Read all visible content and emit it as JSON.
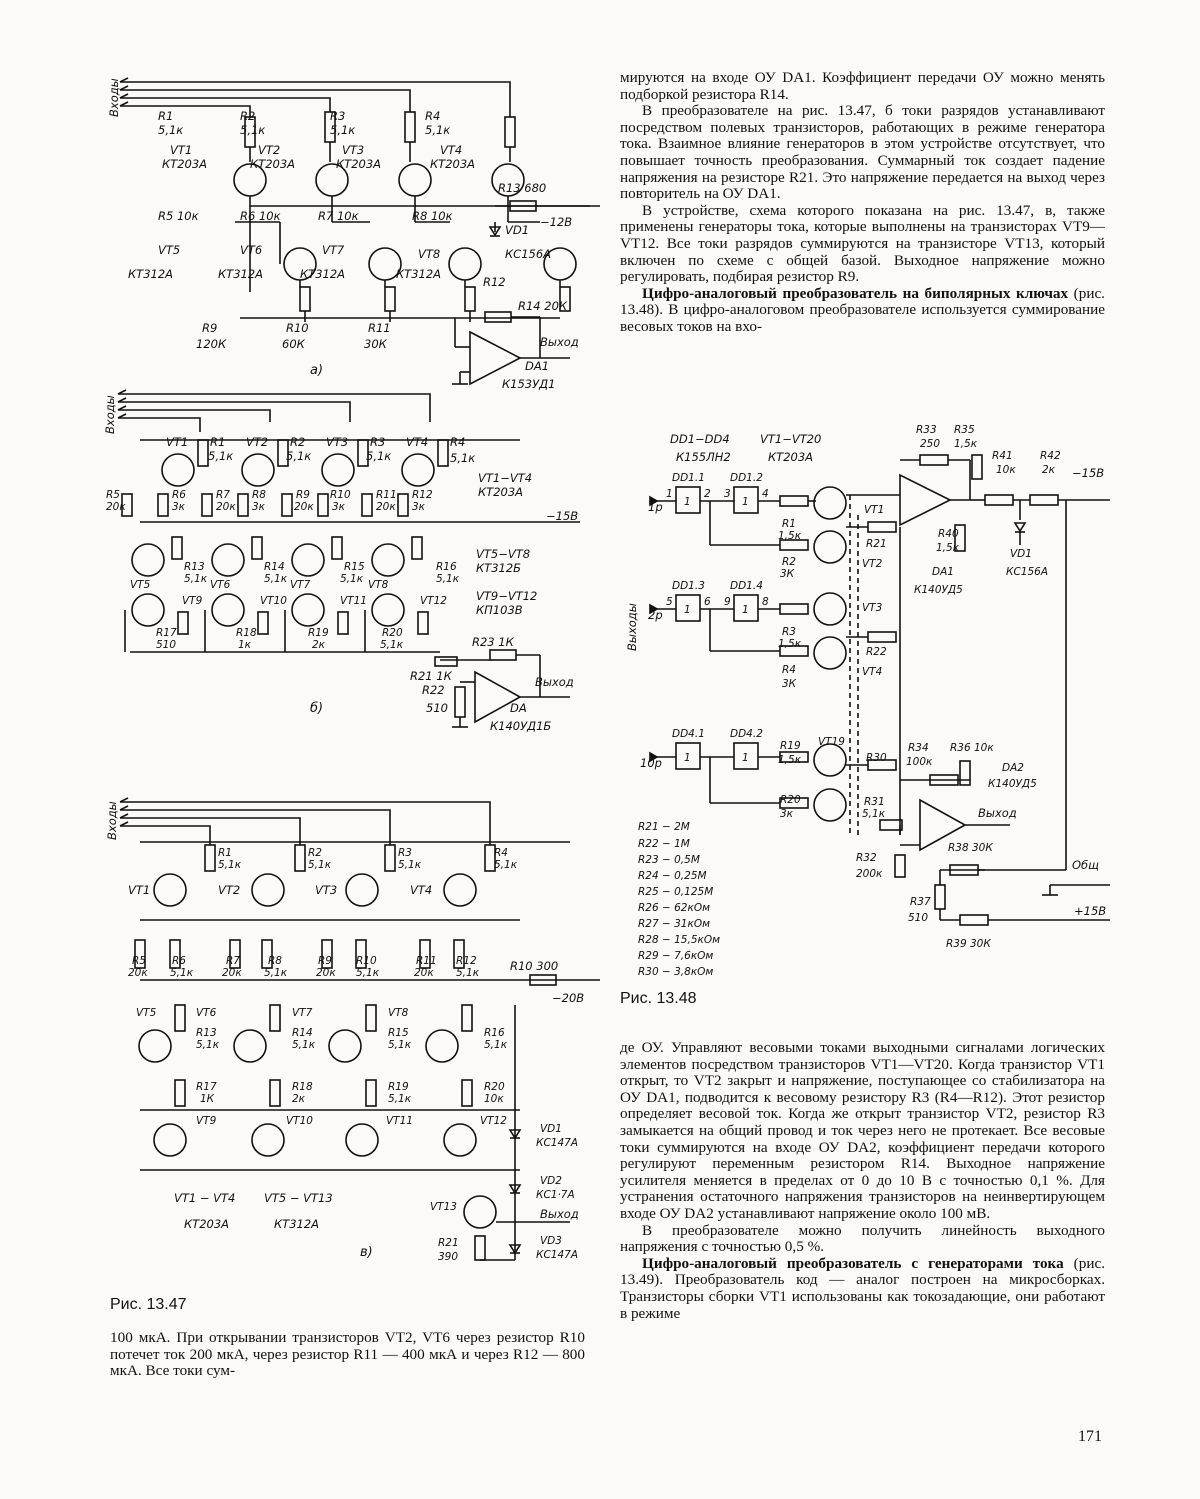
{
  "page_number": "171",
  "right_column": {
    "p1": "мируются на входе ОУ DA1. Коэффициент передачи ОУ можно менять подборкой резистора R14.",
    "p2": "В преобразователе на рис. 13.47, б токи разрядов устанавливают посредством полевых транзисторов, работающих в режиме генератора тока. Взаимное влияние генераторов в этом устройстве отсутствует, что повышает точность преобразования. Суммарный ток создает падение напряжения на резисторе R21. Это напряжение передается на выход через повторитель на ОУ DA1.",
    "p3": "В устройстве, схема которого показана на рис. 13.47, в, также применены генераторы тока, которые выполнены на транзисторах VT9—VT12. Все токи разрядов суммируются на транзисторе VT13, который включен по схеме с общей базой. Выходное напряжение можно регулировать, подбирая резистор R9.",
    "p4_bold": "Цифро-аналоговый преобразователь на биполярных ключах",
    "p4_rest": " (рис. 13.48). В цифро-аналоговом преобразователе используется суммирование весовых токов на вхо-",
    "p5": "де ОУ. Управляют весовыми токами выходными сигналами логических элементов посредством транзисторов VT1—VT20. Когда транзистор VT1 открыт, то VT2 закрыт и напряжение, поступающее со стабилизатора на ОУ DA1, подводится к весовому резистору R3 (R4—R12). Этот резистор определяет весовой ток. Когда же открыт транзистор VT2, резистор R3 замыкается на общий провод и ток через него не протекает. Все весовые токи суммируются на входе ОУ DA2, коэффициент передачи которого регулируют переменным резистором R14. Выходное напряжение усилителя меняется в пределах от 0 до 10 В с точностью 0,1 %. Для устранения остаточного напряжения транзисторов на неинвертирующем входе ОУ DA2 устанавливают напряжение около 100 мВ.",
    "p6": "В преобразователе можно получить линейность выходного напряжения с точностью 0,5 %.",
    "p7_bold": "Цифро-аналоговый преобразователь с генераторами тока",
    "p7_rest": " (рис. 13.49). Преобразователь код — аналог построен на микросборках. Транзисторы сборки VT1 использованы как токозадающие, они работают в режиме"
  },
  "left_column": {
    "bottom_text": "100 мкА. При открывании транзисторов VT2, VT6 через резистор R10 потечет ток 200 мкА, через резистор R11 — 400 мкА и через R12 — 800 мкА. Все токи сум-"
  },
  "captions": {
    "fig_47": "Рис. 13.47",
    "fig_48": "Рис. 13.48"
  },
  "fig_a": {
    "inputs_label": "Входы",
    "sub_label": "а)",
    "input_res": [
      {
        "name": "R1",
        "val": "5,1к"
      },
      {
        "name": "R2",
        "val": "5,1к"
      },
      {
        "name": "R3",
        "val": "5,1к"
      },
      {
        "name": "R4",
        "val": "5,1к"
      }
    ],
    "top_tr": [
      {
        "name": "VT1",
        "type": "КТ203А"
      },
      {
        "name": "VT2",
        "type": "КТ203А"
      },
      {
        "name": "VT3",
        "type": "КТ203А"
      },
      {
        "name": "VT4",
        "type": "КТ203А"
      }
    ],
    "mid_res": [
      {
        "name": "R5",
        "val": "10к"
      },
      {
        "name": "R6",
        "val": "10к"
      },
      {
        "name": "R7",
        "val": "10к"
      },
      {
        "name": "R8",
        "val": "10к"
      }
    ],
    "low_tr": [
      {
        "name": "VT5",
        "type": "КТ312А"
      },
      {
        "name": "VT6",
        "type": "КТ312А"
      },
      {
        "name": "VT7",
        "type": "КТ312А"
      },
      {
        "name": "VT8",
        "type": "КТ312А"
      }
    ],
    "trim_res": [
      {
        "name": "R9",
        "val": "120К"
      },
      {
        "name": "R10",
        "val": "60К"
      },
      {
        "name": "R11",
        "val": "30К"
      },
      {
        "name": "R12",
        "val": ""
      }
    ],
    "r13": "R13 680",
    "supply": "−12В",
    "vd1": "VD1",
    "vd1_type": "КС156А",
    "r14": "R14 20К",
    "out": "Выход",
    "da1": "DA1",
    "da1_type": "К153УД1"
  },
  "fig_b": {
    "inputs_label": "Входы",
    "sub_label": "б)",
    "input_res": [
      {
        "name": "R1",
        "val": "5,1к"
      },
      {
        "name": "R2",
        "val": "5,1к"
      },
      {
        "name": "R3",
        "val": "5,1к"
      },
      {
        "name": "R4",
        "val": "5,1к"
      }
    ],
    "top_tr": [
      "VT1",
      "VT2",
      "VT3",
      "VT4"
    ],
    "pair_res": [
      {
        "a": "R5",
        "av": "20к",
        "b": "R6",
        "bv": "3к"
      },
      {
        "a": "R7",
        "av": "20к",
        "b": "R8",
        "bv": "3к"
      },
      {
        "a": "R9",
        "av": "20к",
        "b": "R10",
        "bv": "3к"
      },
      {
        "a": "R11",
        "av": "20к",
        "b": "R12",
        "bv": "3к"
      }
    ],
    "mid_tr": [
      "VT5",
      "VT6",
      "VT7",
      "VT8"
    ],
    "mid_res": [
      {
        "name": "R13",
        "val": "5,1к"
      },
      {
        "name": "R14",
        "val": "5,1к"
      },
      {
        "name": "R15",
        "val": "5,1к"
      },
      {
        "name": "R16",
        "val": "5,1к"
      }
    ],
    "fet": [
      "VT9",
      "VT10",
      "VT11",
      "VT12"
    ],
    "trim_res": [
      {
        "name": "R17",
        "val": "510"
      },
      {
        "name": "R18",
        "val": "1к"
      },
      {
        "name": "R19",
        "val": "2к"
      },
      {
        "name": "R20",
        "val": "5,1к"
      }
    ],
    "legend1": "VT1−VT4",
    "legend1t": "КТ203А",
    "legend2": "VT5−VT8",
    "legend2t": "КТ312Б",
    "legend3": "VT9−VT12",
    "legend3t": "КП103В",
    "supply": "−15В",
    "r23": "R23 1К",
    "r21": "R21 1К",
    "r22": "R22",
    "r22v": "510",
    "out": "Выход",
    "da": "DA",
    "da_type": "К140УД1Б"
  },
  "fig_c": {
    "inputs_label": "Входы",
    "sub_label": "в)",
    "input_res": [
      {
        "name": "R1",
        "val": "5,1к"
      },
      {
        "name": "R2",
        "val": "5,1к"
      },
      {
        "name": "R3",
        "val": "5,1к"
      },
      {
        "name": "R4",
        "val": "5,1к"
      }
    ],
    "top_tr": [
      "VT1",
      "VT2",
      "VT3",
      "VT4"
    ],
    "pair_res": [
      {
        "a": "R5",
        "av": "20к",
        "b": "R6",
        "bv": "5,1к"
      },
      {
        "a": "R7",
        "av": "20к",
        "b": "R8",
        "bv": "5,1к"
      },
      {
        "a": "R9",
        "av": "20к",
        "b": "R10",
        "bv": "5,1к"
      },
      {
        "a": "R11",
        "av": "20к",
        "b": "R12",
        "bv": "5,1к"
      }
    ],
    "mid_tr": [
      "VT5",
      "VT6",
      "VT7",
      "VT8"
    ],
    "mid_res": [
      {
        "name": "R13",
        "val": "5,1к"
      },
      {
        "name": "R14",
        "val": "5,1к"
      },
      {
        "name": "R15",
        "val": "5,1к"
      },
      {
        "name": "R16",
        "val": "5,1к"
      }
    ],
    "low_res": [
      {
        "name": "R17",
        "val": "1К"
      },
      {
        "name": "R18",
        "val": "2к"
      },
      {
        "name": "R19",
        "val": "5,1к"
      },
      {
        "name": "R20",
        "val": "10к"
      }
    ],
    "low_tr": [
      "VT9",
      "VT10",
      "VT11",
      "VT12"
    ],
    "r10": "R10 300",
    "supply": "−20В",
    "vd1": "VD1",
    "vd1t": "КС147А",
    "vd2": "VD2",
    "vd2t": "КС1·7А",
    "vd3": "VD3",
    "vd3t": "КС147А",
    "vt13": "VT13",
    "r21": "R21",
    "r21v": "390",
    "out": "Выход",
    "legend1": "VT1 − VT4",
    "legend1t": "КТ203А",
    "legend2": "VT5 − VT13",
    "legend2t": "КТ312А"
  },
  "fig_48": {
    "hdr1": "DD1−DD4",
    "hdr1t": "К155ЛН2",
    "hdr2": "VT1−VT20",
    "hdr2t": "КТ203А",
    "outputs_label": "Выходы",
    "gates": [
      "DD1.1",
      "DD1.2",
      "DD1.3",
      "DD1.4",
      "DD4.1",
      "DD4.2"
    ],
    "pins": [
      "1",
      "2",
      "3",
      "4",
      "5",
      "6",
      "9",
      "8"
    ],
    "in_labels": [
      "1р",
      "2р",
      "10р"
    ],
    "gate_mark": "1",
    "res": [
      {
        "name": "R1",
        "val": "1,5к"
      },
      {
        "name": "R2",
        "val": "3К"
      },
      {
        "name": "R3",
        "val": "1,5к"
      },
      {
        "name": "R4",
        "val": "3К"
      },
      {
        "name": "R19",
        "val": "1,5к"
      },
      {
        "name": "R20",
        "val": "3к"
      }
    ],
    "trans": [
      "VT1",
      "VT2",
      "VT3",
      "VT4",
      "VT19"
    ],
    "r21": "R21",
    "r22": "R22",
    "r30": "R30",
    "r33": "R33",
    "r33v": "250",
    "r35": "R35",
    "r35v": "1,5к",
    "r41": "R41",
    "r41v": "10к",
    "r42": "R42",
    "r42v": "2к",
    "supply_neg": "−15В",
    "r40": "R40",
    "r40v": "1,5к",
    "da1": "DA1",
    "da1t": "К140УД5",
    "vd1": "VD1",
    "vd1t": "КС156А",
    "r34": "R34",
    "r34v": "100к",
    "r36": "R36 10к",
    "da2": "DA2",
    "da2t": "К140УД5",
    "r31": "R31",
    "r31v": "5,1к",
    "out": "Выход",
    "r32": "R32",
    "r32v": "200к",
    "r38": "R38 30К",
    "common": "Общ",
    "r37": "R37",
    "r37v": "510",
    "supply_pos": "+15В",
    "r39": "R39 30К",
    "table": [
      "R21 − 2М",
      "R22 − 1М",
      "R23 − 0,5М",
      "R24 − 0,25М",
      "R25 − 0,125М",
      "R26 − 62кОм",
      "R27 − 31кОм",
      "R28 − 15,5кОм",
      "R29 − 7,6кОм",
      "R30 − 3,8кОм"
    ]
  }
}
